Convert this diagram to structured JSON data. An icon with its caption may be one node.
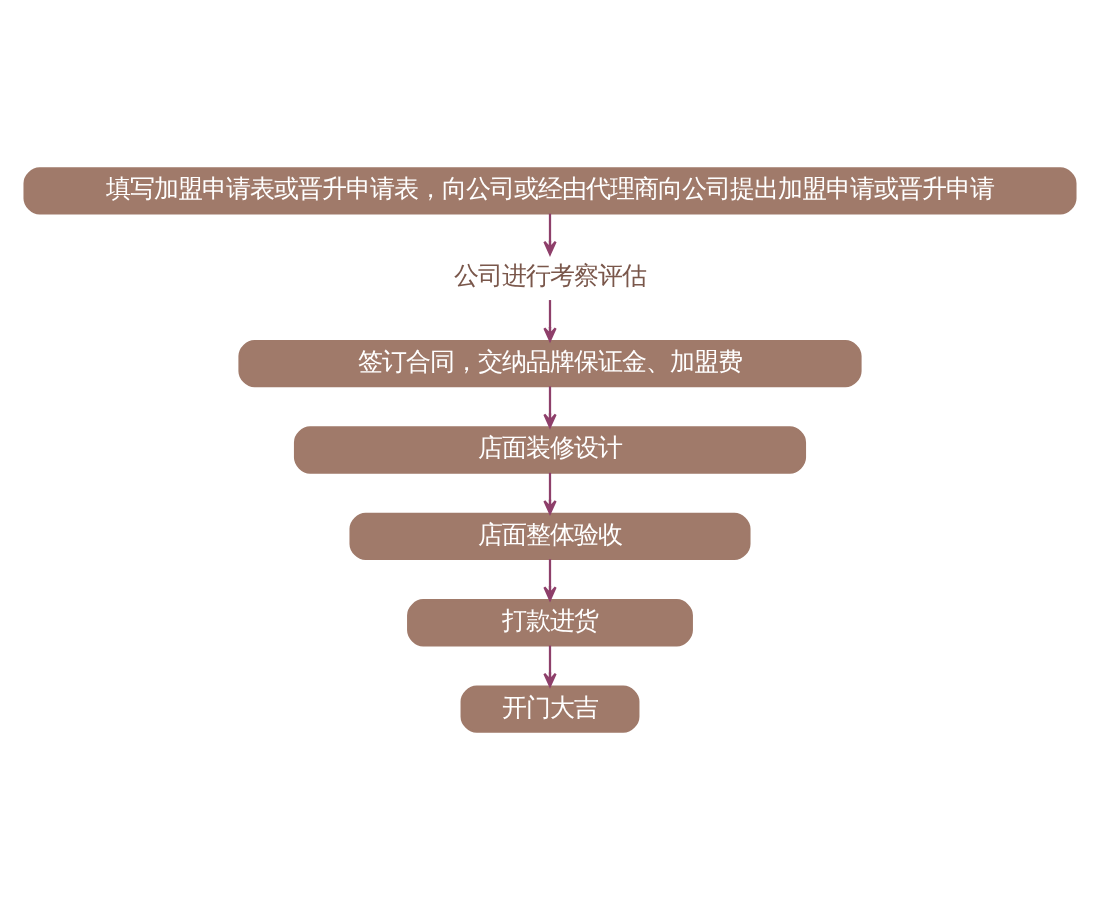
{
  "diagram": {
    "nodes": [
      {
        "text": [
          "填写加盟申请表或晋升申请表，向公司或经由代理商向公司提出加盟申请或晋升申请"
        ]
      },
      {
        "text": [
          "公司进行考察评估"
        ]
      },
      {
        "text": [
          "签订合同，交纳品牌保证金、加盟费"
        ]
      },
      {
        "text": [
          "店面装修设计"
        ]
      },
      {
        "text": [
          "店面整体验收"
        ]
      },
      {
        "text": [
          "打款进货"
        ]
      },
      {
        "text": [
          "开门大吉"
        ]
      }
    ],
    "edges": [
      {
        "from": 0,
        "to": 1,
        "arrow": "to"
      },
      {
        "from": 1,
        "to": 2,
        "arrow": "to"
      },
      {
        "from": 2,
        "to": 3,
        "arrow": "to"
      },
      {
        "from": 3,
        "to": 4,
        "arrow": "to"
      },
      {
        "from": 4,
        "to": 5,
        "arrow": "to"
      },
      {
        "from": 5,
        "to": 6,
        "arrow": "to"
      }
    ]
  }
}
